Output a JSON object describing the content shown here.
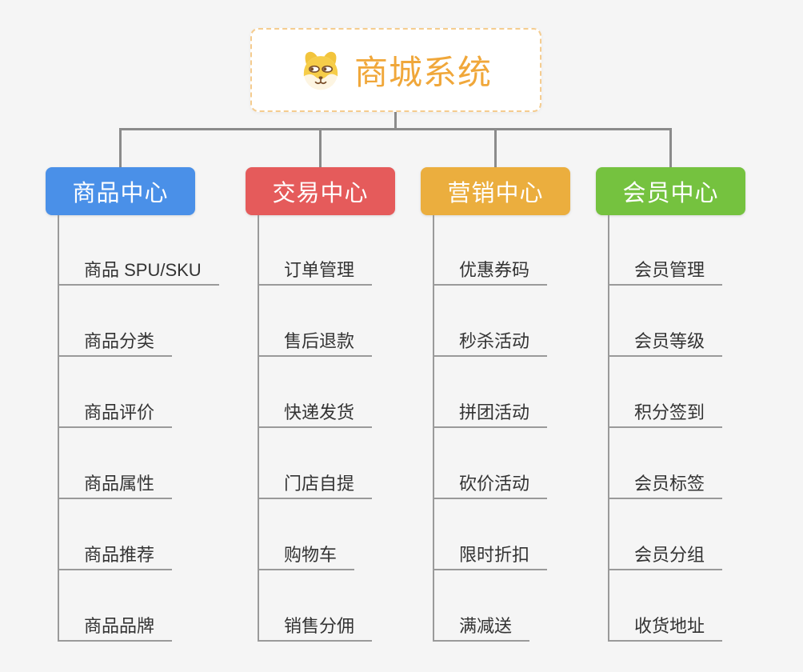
{
  "root": {
    "title": "商城系统",
    "icon": "dog-icon",
    "title_color": "#f0a73a",
    "border_color": "#f5cc8f"
  },
  "branches": [
    {
      "label": "商品中心",
      "color": "#4a90e8",
      "children": [
        "商品 SPU/SKU",
        "商品分类",
        "商品评价",
        "商品属性",
        "商品推荐",
        "商品品牌"
      ]
    },
    {
      "label": "交易中心",
      "color": "#e55b5b",
      "children": [
        "订单管理",
        "售后退款",
        "快递发货",
        "门店自提",
        "购物车",
        "销售分佣"
      ]
    },
    {
      "label": "营销中心",
      "color": "#ebae3e",
      "children": [
        "优惠券码",
        "秒杀活动",
        "拼团活动",
        "砍价活动",
        "限时折扣",
        "满减送"
      ]
    },
    {
      "label": "会员中心",
      "color": "#75c23f",
      "children": [
        "会员管理",
        "会员等级",
        "积分签到",
        "会员标签",
        "会员分组",
        "收货地址"
      ]
    }
  ],
  "colors": {
    "background": "#f5f5f5",
    "connector": "#8b8b8b",
    "leaf_line": "#9a9a9a",
    "leaf_text": "#333333"
  }
}
